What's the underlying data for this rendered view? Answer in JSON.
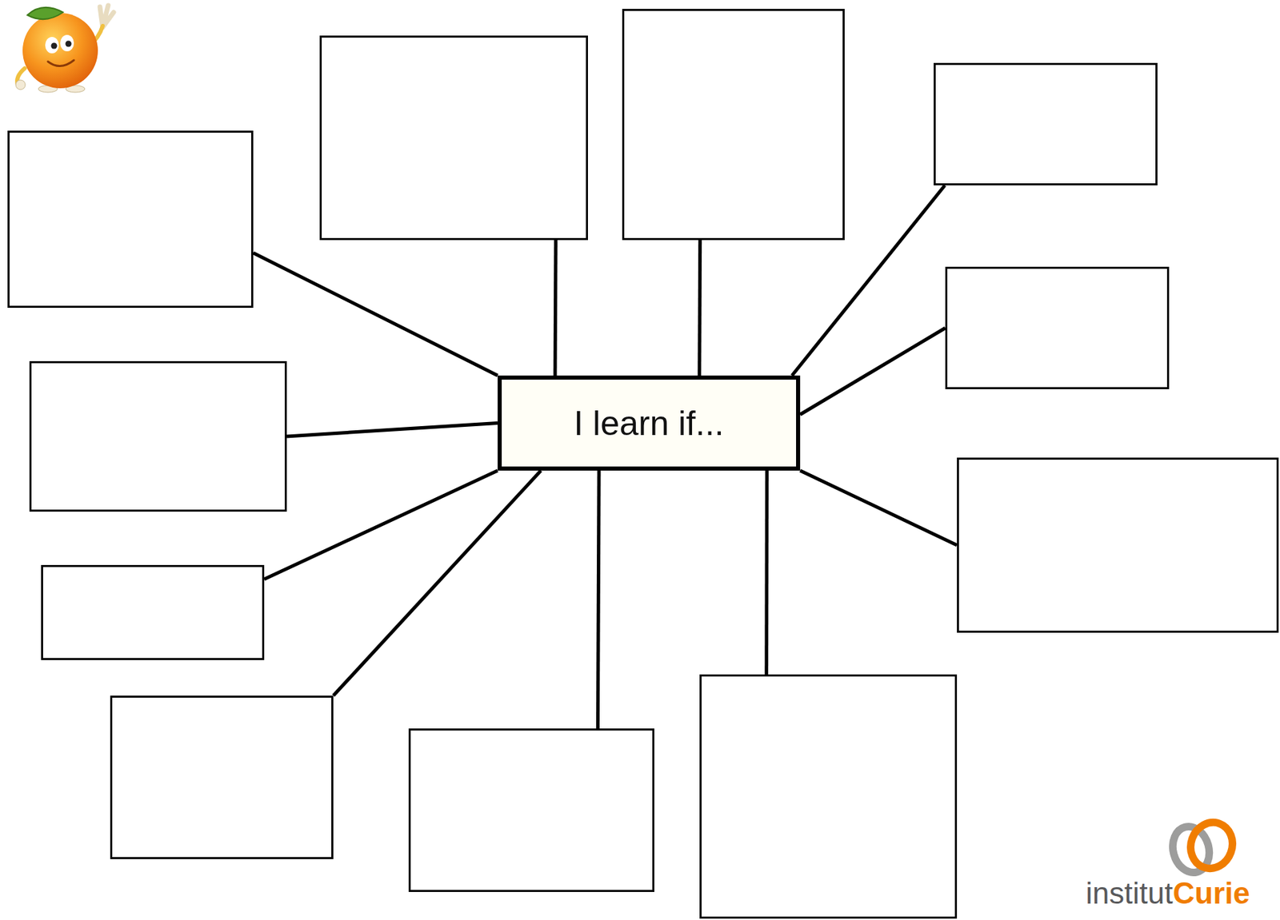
{
  "diagram": {
    "nodes": [
      {
        "text": [
          "I learn if..."
        ]
      },
      {
        "text": []
      },
      {
        "text": []
      },
      {
        "text": []
      },
      {
        "text": []
      },
      {
        "text": []
      },
      {
        "text": []
      },
      {
        "text": []
      },
      {
        "text": []
      },
      {
        "text": []
      },
      {
        "text": []
      },
      {
        "text": []
      }
    ],
    "edges": [
      {
        "from": 0,
        "to": 1,
        "arrow": "none"
      },
      {
        "from": 0,
        "to": 2,
        "arrow": "none"
      },
      {
        "from": 0,
        "to": 3,
        "arrow": "none"
      },
      {
        "from": 0,
        "to": 4,
        "arrow": "none"
      },
      {
        "from": 0,
        "to": 5,
        "arrow": "none"
      },
      {
        "from": 0,
        "to": 6,
        "arrow": "none"
      },
      {
        "from": 0,
        "to": 7,
        "arrow": "none"
      },
      {
        "from": 0,
        "to": 8,
        "arrow": "none"
      },
      {
        "from": 0,
        "to": 9,
        "arrow": "none"
      },
      {
        "from": 0,
        "to": 10,
        "arrow": "none"
      },
      {
        "from": 0,
        "to": 11,
        "arrow": "none"
      }
    ],
    "labels": [
      "institut",
      "Curie"
    ]
  }
}
